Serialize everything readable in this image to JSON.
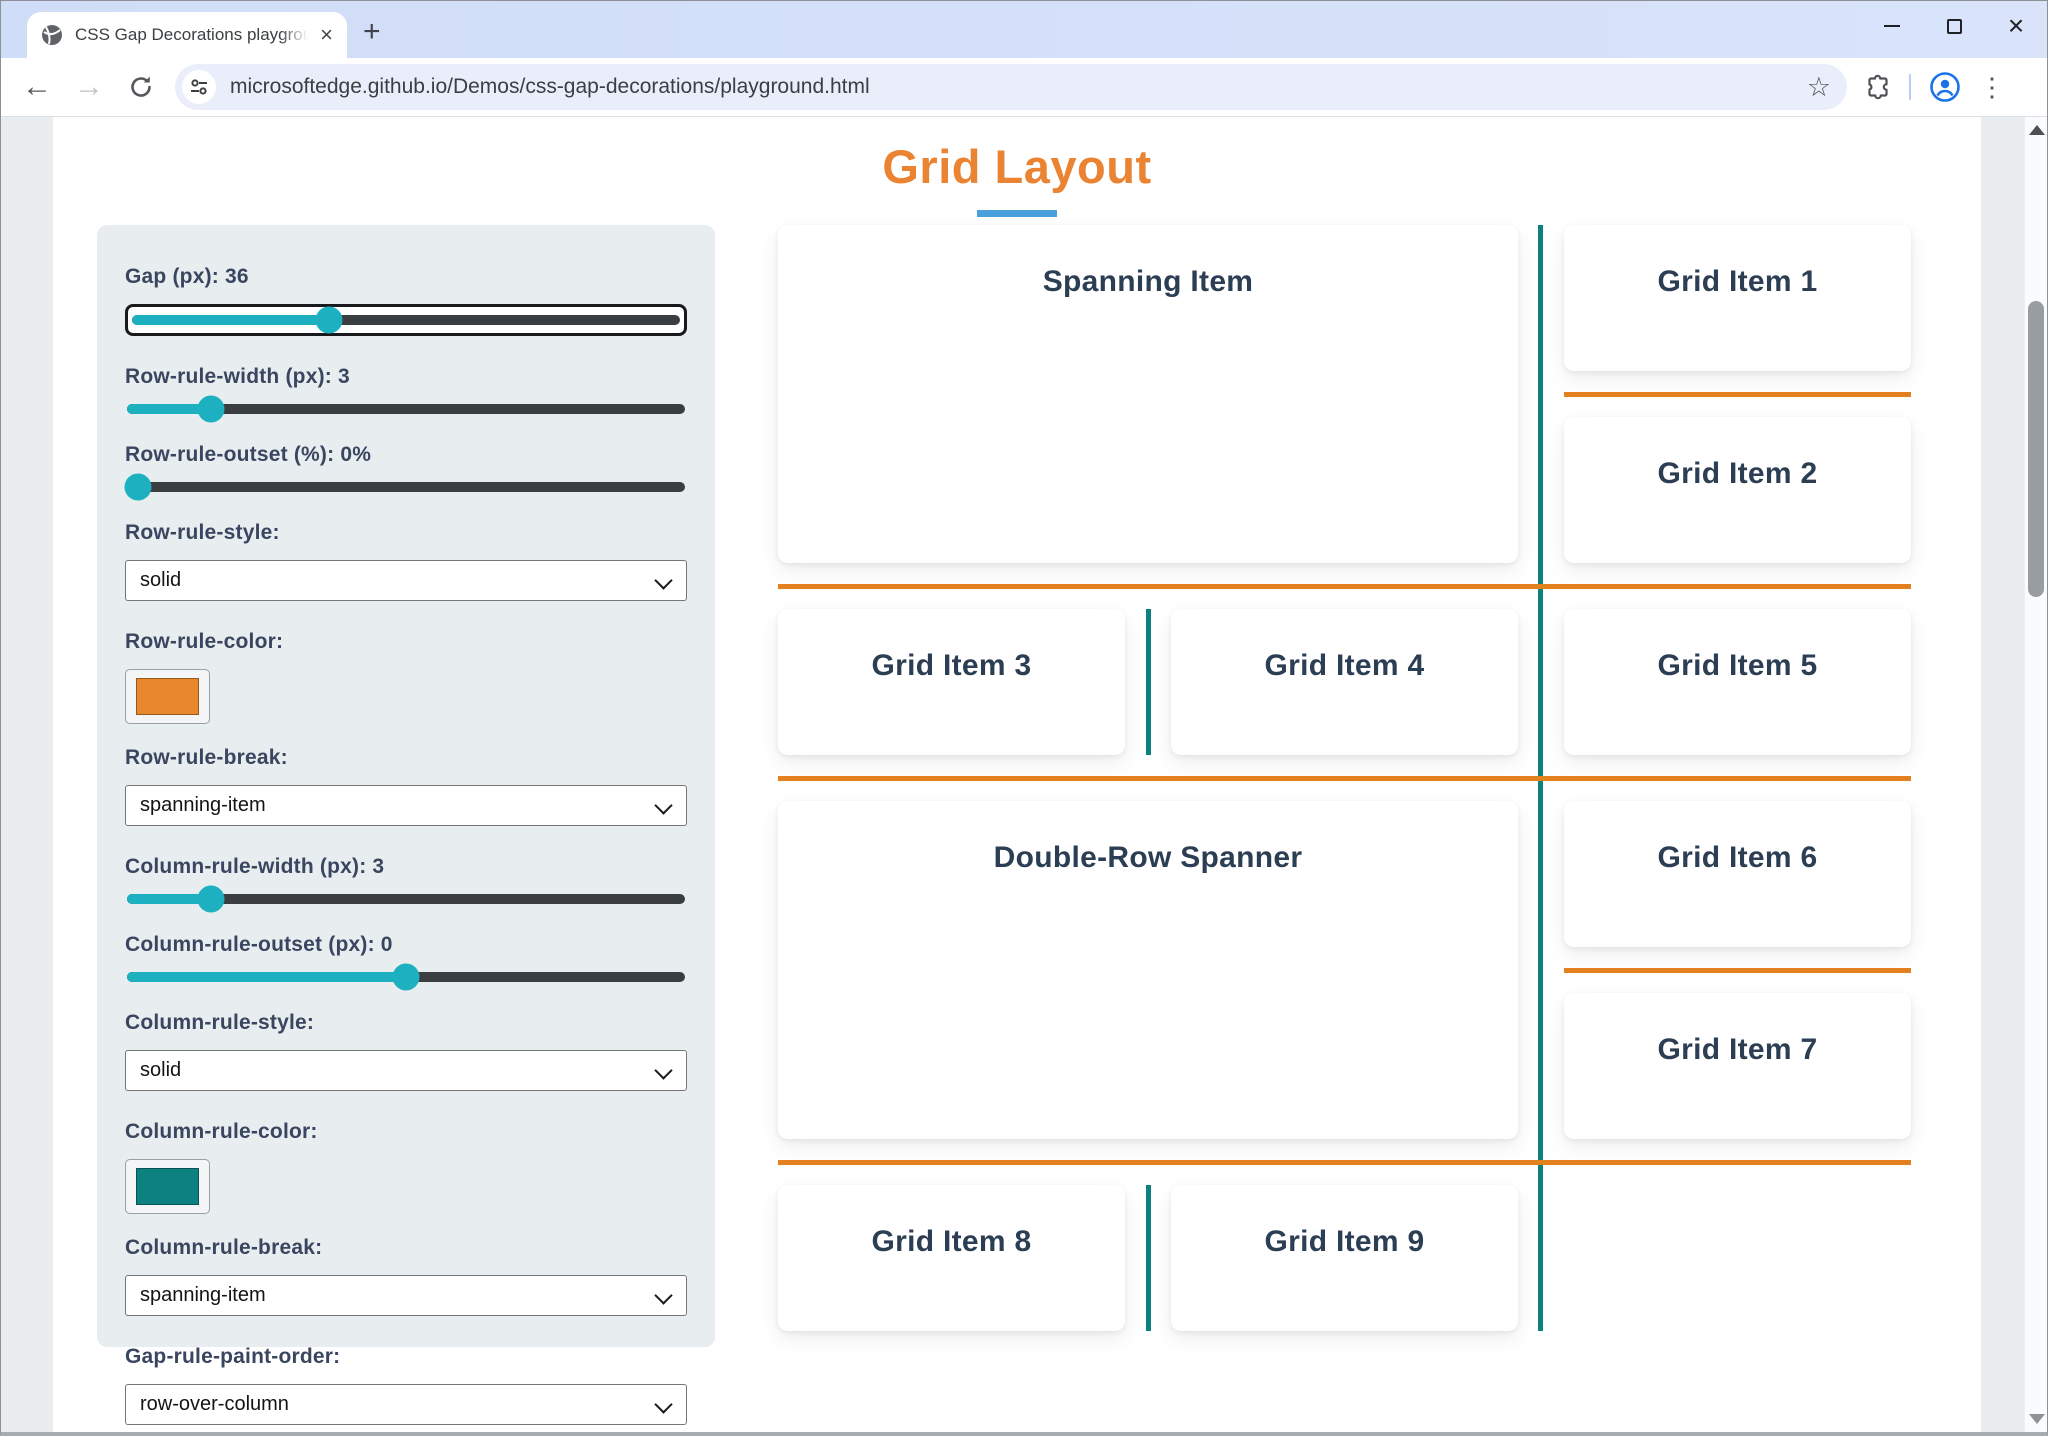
{
  "browser": {
    "tab_title": "CSS Gap Decorations playground",
    "new_tab_label": "+",
    "url": "microsoftedge.github.io/Demos/css-gap-decorations/playground.html",
    "back_glyph": "←",
    "forward_glyph": "→",
    "star_glyph": "☆",
    "menu_glyph": "⋮",
    "close_glyph": "×",
    "tab_close_glyph": "×"
  },
  "page": {
    "title": "Grid Layout",
    "colors": {
      "orange_title": "#ea8433",
      "blue_underline": "#4aa0dc",
      "orange_rule": "#e2811e",
      "teal_rule": "#0d8080"
    }
  },
  "sidebar": {
    "controls": [
      {
        "type": "slider",
        "label": "Gap (px): 36",
        "percent": "36%",
        "focused": true
      },
      {
        "type": "slider",
        "label": "Row-rule-width (px): 3",
        "percent": "15%"
      },
      {
        "type": "slider",
        "label": "Row-rule-outset (%): 0%",
        "percent": "2%"
      },
      {
        "type": "select",
        "label": "Row-rule-style:",
        "value": "solid"
      },
      {
        "type": "color",
        "label": "Row-rule-color:",
        "value": "#e8872b"
      },
      {
        "type": "select",
        "label": "Row-rule-break:",
        "value": "spanning-item"
      },
      {
        "type": "slider",
        "label": "Column-rule-width (px): 3",
        "percent": "15%"
      },
      {
        "type": "slider",
        "label": "Column-rule-outset (px): 0",
        "percent": "50%"
      },
      {
        "type": "select",
        "label": "Column-rule-style:",
        "value": "solid"
      },
      {
        "type": "color",
        "label": "Column-rule-color:",
        "value": "#0d8080"
      },
      {
        "type": "select",
        "label": "Column-rule-break:",
        "value": "spanning-item"
      },
      {
        "type": "select",
        "label": "Gap-rule-paint-order:",
        "value": "row-over-column"
      }
    ]
  },
  "grid": {
    "items": [
      {
        "label": "Spanning Item"
      },
      {
        "label": "Grid Item 1"
      },
      {
        "label": "Grid Item 2"
      },
      {
        "label": "Grid Item 3"
      },
      {
        "label": "Grid Item 4"
      },
      {
        "label": "Grid Item 5"
      },
      {
        "label": "Double-Row Spanner"
      },
      {
        "label": "Grid Item 6"
      },
      {
        "label": "Grid Item 7"
      },
      {
        "label": "Grid Item 8"
      },
      {
        "label": "Grid Item 9"
      }
    ]
  }
}
